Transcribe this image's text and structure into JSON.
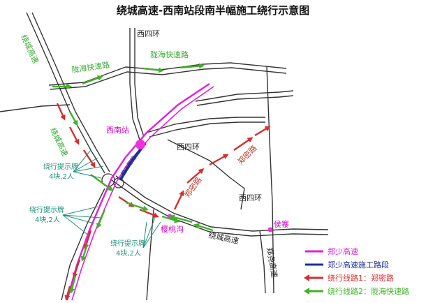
{
  "title": "绕城高速-西南站段南半幅施工绕行示意图",
  "colors": {
    "road": "#333333",
    "zhengshao": "#e020d8",
    "construction": "#1a2f9a",
    "route1": "#d32f2f",
    "route2": "#43b02a",
    "teal": "#1e8f7a",
    "station": "#ee33dd"
  },
  "labels": {
    "xisihuan_top": "西四环",
    "xisihuan_mid": "西四环",
    "xisihuan_low": "西四环",
    "raocheng_left": "绕城高速",
    "raocheng_green": "绕城高速",
    "raocheng_bottom": "绕城高速",
    "longhai_1": "陇海快速路",
    "longhai_2": "陇海快速路",
    "xinanzhan": "西南站",
    "shigong": "施工路段",
    "zhengmi_1": "郑密路",
    "zhengmi_2": "郑密路",
    "yingtaogou": "樱桃沟",
    "houzhai": "侯寨",
    "zhengguang": "郑尧高速",
    "sign1_line1": "绕行提示牌",
    "sign1_line2": "4块,2人",
    "sign2_line1": "绕行提示牌",
    "sign2_line2": "4块,2人",
    "sign3_line1": "绕行提示牌",
    "sign3_line2": "4块,2人"
  },
  "legend": [
    {
      "label": "郑少高速",
      "kind": "line",
      "color": "#e020d8"
    },
    {
      "label": "郑少高速施工路段",
      "kind": "line",
      "color": "#1a2f9a"
    },
    {
      "label": "绕行线路1：郑密路",
      "kind": "arrow",
      "color": "#d32f2f"
    },
    {
      "label": "绕行线路2：陇海快速路",
      "kind": "arrow",
      "color": "#43b02a"
    }
  ]
}
